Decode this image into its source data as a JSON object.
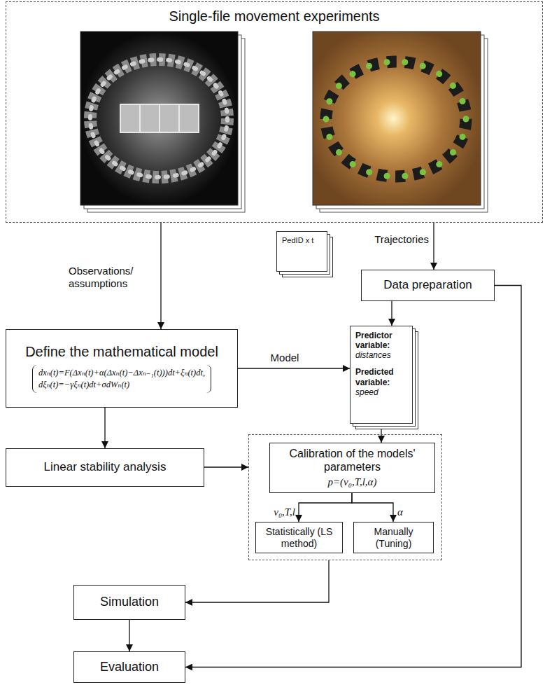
{
  "diagram": {
    "nodes": [
      {
        "text": [
          "Single-file movement experiments"
        ]
      },
      {
        "text": [
          "PedID x t"
        ]
      },
      {
        "text": [
          "Data preparation"
        ]
      },
      {
        "text": [
          "Define the mathematical model",
          "dxₙ(t)=F(Δxₙ(t)+α(Δxₙ(t)−Δxₙ₋₁(t)))dt+ξₙ(t)dt,",
          "dξₙ(t)=−γξₙ(t)dt+σdWₙ(t)"
        ]
      },
      {
        "text": [
          "Predictor variable:",
          "distances",
          "Predicted variable:",
          "speed"
        ]
      },
      {
        "text": []
      },
      {
        "text": [
          "Calibration of the models' parameters",
          "p=(v₀,T,l,α)"
        ],
        "in": 5
      },
      {
        "text": [
          "Linear stability analysis"
        ]
      },
      {
        "text": [
          "Statistically (LS method)"
        ],
        "in": 5
      },
      {
        "text": [
          "Manually (Tuning)"
        ],
        "in": 5
      },
      {
        "text": [
          "Simulation"
        ]
      },
      {
        "text": [
          "Evaluation"
        ]
      }
    ],
    "edges": [
      {
        "from": 0,
        "to": 3,
        "label": "Observations/ assumptions",
        "arrow": "to"
      },
      {
        "from": 0,
        "to": 2,
        "label": "Trajectories",
        "arrow": "to"
      },
      {
        "from": 2,
        "to": 4,
        "arrow": "to"
      },
      {
        "from": 2,
        "to": 11,
        "arrow": "to"
      },
      {
        "from": 3,
        "to": 4,
        "label": "Model",
        "arrow": "to"
      },
      {
        "from": 4,
        "to": 6,
        "arrow": "to"
      },
      {
        "from": 3,
        "to": 7,
        "arrow": "to"
      },
      {
        "from": 7,
        "to": 5,
        "arrow": "to"
      },
      {
        "from": 6,
        "to": 8,
        "label": "v₀,T,l",
        "arrow": "to"
      },
      {
        "from": 6,
        "to": 9,
        "label": "α",
        "arrow": "to"
      },
      {
        "from": 5,
        "to": 10,
        "arrow": "to"
      },
      {
        "from": 10,
        "to": 11,
        "arrow": "to"
      }
    ]
  }
}
